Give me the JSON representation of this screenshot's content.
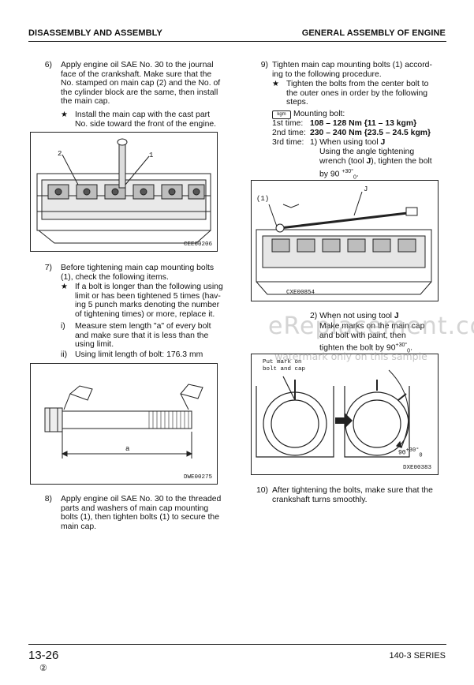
{
  "header": {
    "left": "DISASSEMBLY AND ASSEMBLY",
    "right": "GENERAL ASSEMBLY OF ENGINE"
  },
  "left": {
    "s6": {
      "num": "6)",
      "lines": [
        "Apply engine oil SAE No. 30 to the journal",
        "face of the crankshaft.  Make sure that the",
        "No. stamped on main cap (2) and the No. of",
        "the cylinder block are the same, then install",
        "the main cap."
      ],
      "star_lines": [
        "Install the main cap with the cast part",
        "No. side toward the front of the engine."
      ]
    },
    "fig1": {
      "code": "CEE00206",
      "label1": "2",
      "label2": "1"
    },
    "s7": {
      "num": "7)",
      "lines": [
        "Before tightening main cap mounting bolts",
        "(1), check the following items."
      ],
      "star_lines": [
        "If a bolt is longer than the following using",
        "limit or has been tightened 5 times (hav-",
        "ing 5 punch marks denoting the number",
        "of tightening times) or more, replace it."
      ],
      "i_label": "i)",
      "i_lines": [
        "Measure stem length \"a\" of every bolt",
        "and make sure that it is less than the",
        "using limit."
      ],
      "ii_label": "ii)",
      "ii_line": "Using limit length of bolt: 176.3 mm"
    },
    "fig2": {
      "code": "DWE00275",
      "dim": "a"
    },
    "s8": {
      "num": "8)",
      "lines": [
        "Apply engine oil SAE No. 30 to the threaded",
        "parts and washers of main cap mounting",
        "bolts (1), then tighten bolts (1) to secure the",
        "main cap."
      ]
    }
  },
  "right": {
    "s9": {
      "num": "9)",
      "lines": [
        "Tighten main cap mounting bolts (1) accord-",
        "ing to the following procedure."
      ],
      "star_lines": [
        "Tighten the bolts from the center bolt to",
        "the outer ones in order by the following",
        "steps."
      ],
      "kgm_icon": "kgm",
      "mounting": "Mounting bolt:",
      "t1_label": "1st time:",
      "t1_value": "108 – 128 Nm {11 – 13 kgm}",
      "t2_label": "2nd time:",
      "t2_value": "230 – 240 Nm {23.5 – 24.5 kgm}",
      "t3_label": "3rd time:",
      "t3_sub1": "1)  When using tool ",
      "tool": "J",
      "t3_lines": [
        "Using the angle tightening",
        "wrench (tool "
      ],
      "tool_bold": "J",
      "t3_rest": "), tighten the bolt",
      "by90": "by 90",
      "sup1": "+30°",
      "sub1": "0",
      "dot": "."
    },
    "fig3": {
      "code": "CXE00854",
      "label1": "(1)",
      "labelJ": "J"
    },
    "s9b": {
      "sub2": "2)  When not using tool ",
      "tool": "J",
      "lines": [
        "Make marks on the main cap",
        "and bolt with paint, then"
      ],
      "last": "tighten the bolt by 90",
      "sup": "+30°",
      "sub": "0",
      "dot": "."
    },
    "fig4": {
      "code": "DXE00383",
      "mark1": "Put mark on",
      "mark2": "bolt and cap",
      "angle": "90",
      "angle_sup": "+30°",
      "angle_sub": "0"
    },
    "s10": {
      "num": "10)",
      "lines": [
        "After tightening the bolts, make sure that the",
        "crankshaft turns smoothly."
      ]
    }
  },
  "watermark": {
    "big": "eReplacement.com",
    "small": "watermark only on this sample"
  },
  "footer": {
    "page": "13-26",
    "rev": "②",
    "series": "140-3 SERIES"
  }
}
